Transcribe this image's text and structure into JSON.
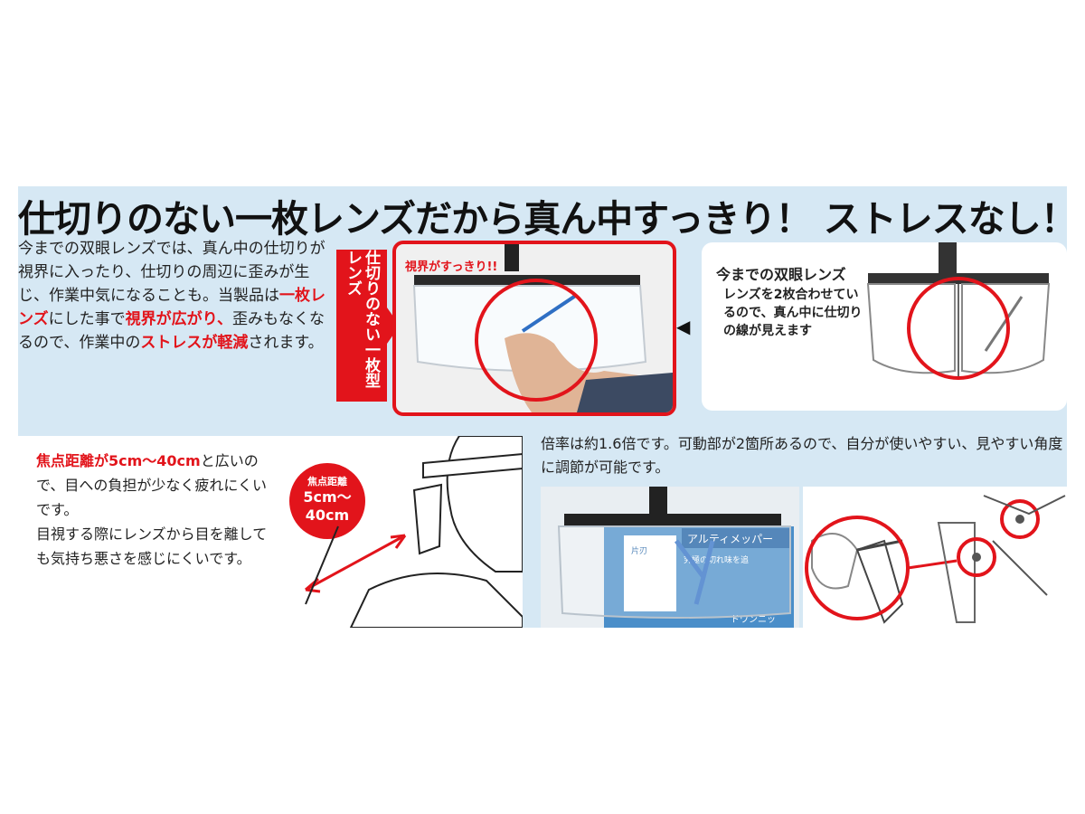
{
  "headline": "仕切りのない一枚レンズだから真ん中すっきり！ ストレスなし！",
  "intro": {
    "p1": "今までの双眼レンズでは、真ん中の仕切りが視界に入ったり、仕切りの周辺に歪みが生じ、作業中気になることも。当製品は",
    "h1": "一枚レンズ",
    "p2": "にした事で",
    "h2": "視界が広がり、",
    "p3": "歪みもなくなるので、作業中の",
    "h3": "ストレスが軽減",
    "p4": "されます。"
  },
  "single_lens_tab": "仕切りのない一枚型レンズ",
  "photo_label": "視界がすっきり!!",
  "old_lens": {
    "title": "今までの双眼レンズ",
    "body": "レンズを2枚合わせているので、真ん中に仕切りの線が見えます"
  },
  "focus": {
    "highlight": "焦点距離が5cm～40cm",
    "body1": "と広いので、目への負担が少なく疲れにくいです。",
    "body2": "目視する際にレンズから目を離しても気持ち悪さを感じにくいです。",
    "badge_label": "焦点距離",
    "badge_value": "5cm～\n40cm"
  },
  "magnification_text": "倍率は約1.6倍です。可動部が2箇所あるので、自分が使いやすい、見やすい角度に調節が可能です。",
  "package": {
    "title": "アルティメッパー",
    "text1": "究極の切れ味を追",
    "text2": "片刃",
    "text3": "ドワンニッ"
  },
  "colors": {
    "accent_red": "#e2141b",
    "banner_bg": "#d6e8f4"
  }
}
